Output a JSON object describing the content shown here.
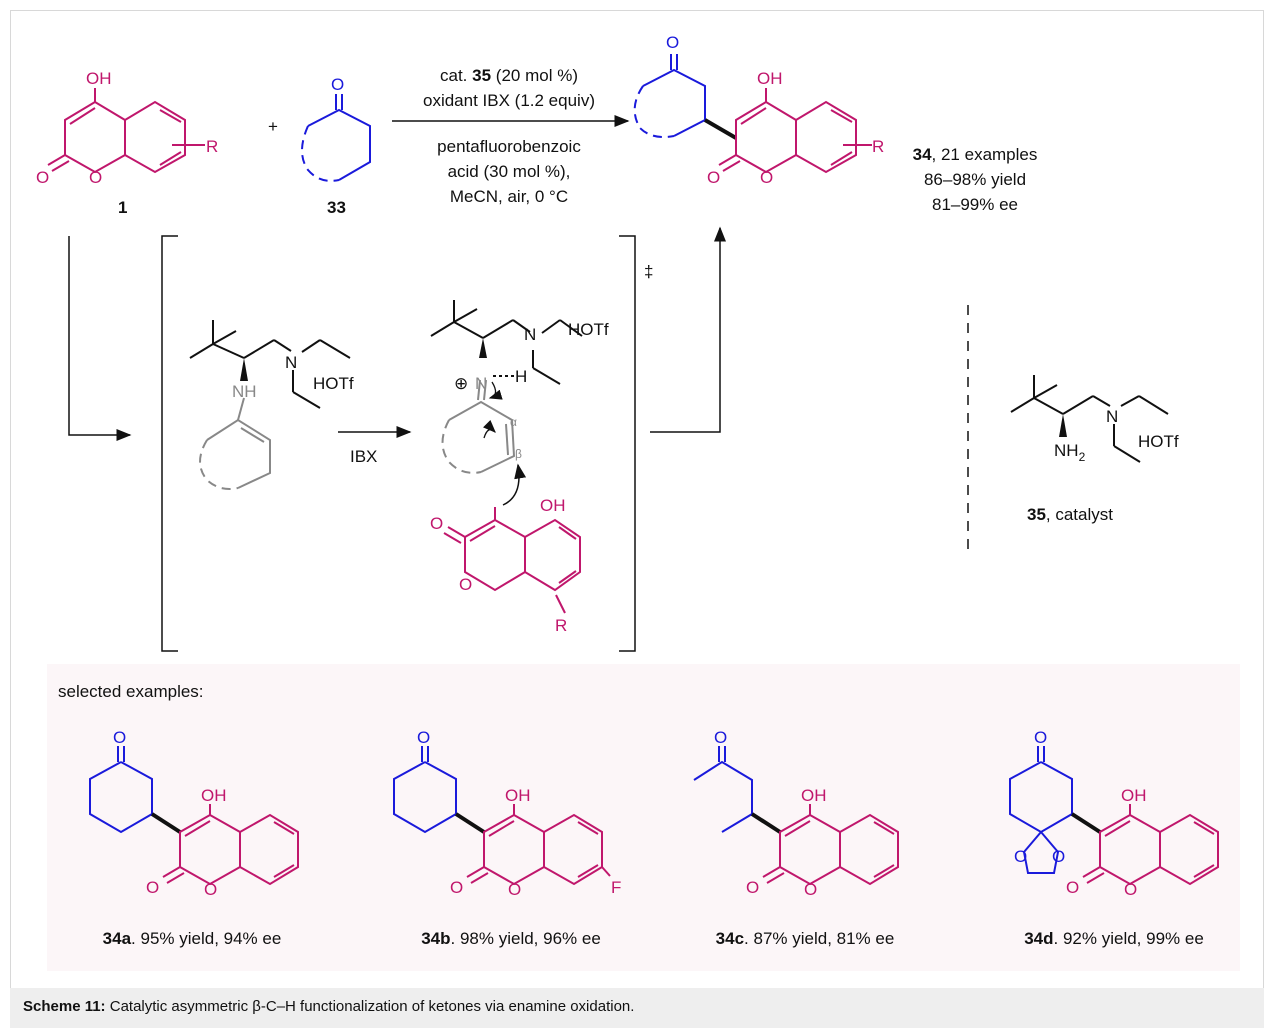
{
  "colors": {
    "coumarin": "#c0176c",
    "ketone": "#1a1adb",
    "intermediate": "#888888",
    "structure": "#111111"
  },
  "reaction": {
    "coumarin": {
      "substituent_oh": "OH",
      "substituent_r": "R",
      "ring_o": "O",
      "carbonyl_o": "O",
      "compound": "1"
    },
    "plus": "+",
    "ketone": {
      "carbonyl_o": "O",
      "compound": "33"
    },
    "conditions_above": [
      "cat.",
      "35",
      "(20 mol %)",
      "oxidant IBX (1.2 equiv)"
    ],
    "conditions_below": [
      "pentafluorobenzoic",
      "acid (30 mol %),",
      "MeCN, air, 0 °C"
    ],
    "product": {
      "carbonyl_o": "O",
      "oh": "OH",
      "r": "R",
      "ring_o": "O",
      "lactone_o": "O",
      "compound": "34",
      "examples": ", 21 examples",
      "yield": "86–98% yield",
      "ee": "81–99% ee"
    }
  },
  "mechanism": {
    "enamine": {
      "nh": "NH",
      "n": "N",
      "salt": "HOTf"
    },
    "reagent": "IBX",
    "transition_state": {
      "n": "N",
      "salt": "HOTf",
      "charge": "⊕",
      "iminium": "N",
      "h": "H",
      "alpha": "α",
      "beta": "β",
      "dagger": "‡",
      "nucleophile": {
        "oh": "OH",
        "carbonyl_o": "O",
        "ring_o": "O",
        "r": "R"
      }
    }
  },
  "catalyst": {
    "n": "N",
    "nh2": "NH",
    "nh2_sub": "2",
    "salt": "HOTf",
    "compound": "35",
    "label": ", catalyst"
  },
  "selected_examples": {
    "heading": "selected examples:",
    "items": [
      {
        "id": "34a",
        "text": ". 95% yield, 94% ee",
        "labels": [
          "O",
          "OH",
          "O",
          "O"
        ]
      },
      {
        "id": "34b",
        "text": ". 98% yield, 96% ee",
        "labels": [
          "O",
          "OH",
          "O",
          "O",
          "F"
        ]
      },
      {
        "id": "34c",
        "text": ". 87% yield, 81% ee",
        "labels": [
          "O",
          "OH",
          "O",
          "O"
        ]
      },
      {
        "id": "34d",
        "text": ". 92% yield, 99% ee",
        "labels": [
          "O",
          "OH",
          "O",
          "O",
          "O",
          "O"
        ]
      }
    ]
  },
  "caption": {
    "label": "Scheme 11:",
    "text": " Catalytic asymmetric β-C–H functionalization of ketones via enamine oxidation."
  }
}
